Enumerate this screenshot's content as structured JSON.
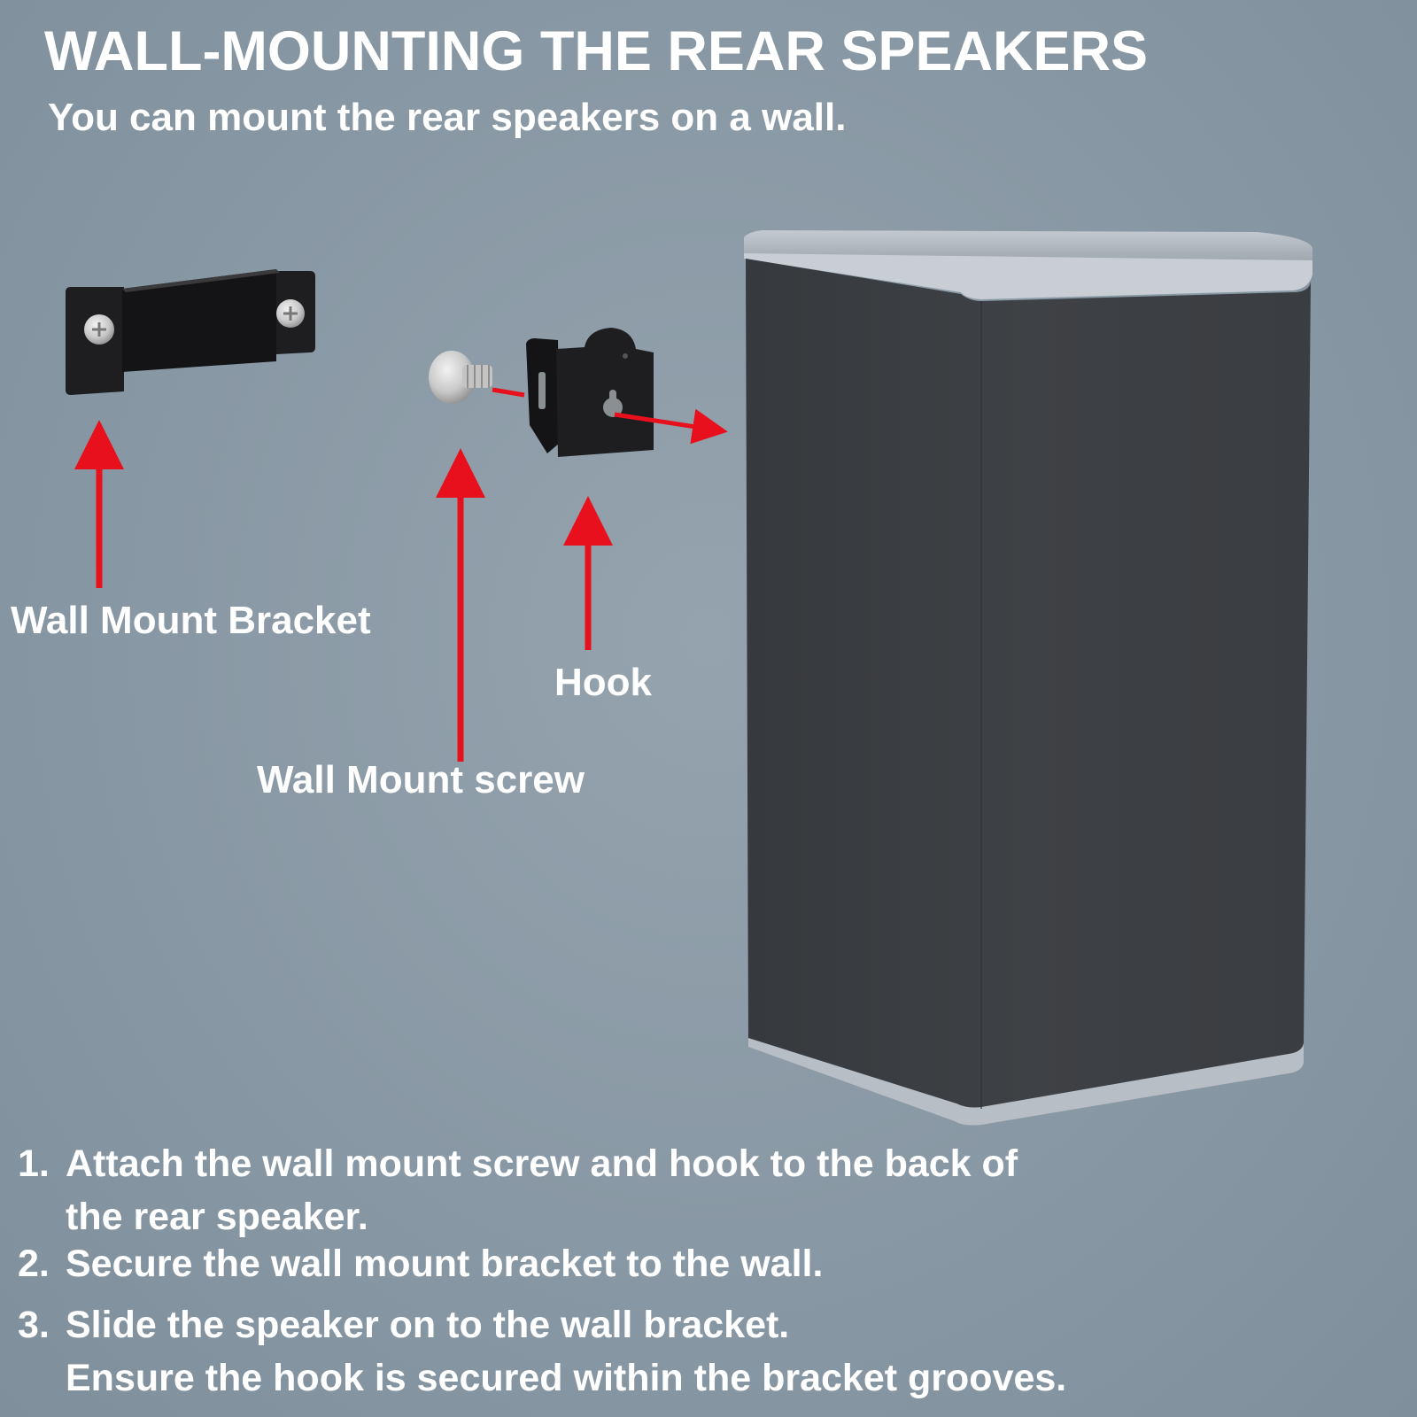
{
  "header": {
    "title": "WALL-MOUNTING THE REAR SPEAKERS",
    "subtitle": "You can mount the rear speakers on a wall."
  },
  "labels": {
    "bracket": "Wall Mount Bracket",
    "hook": "Hook",
    "screw": "Wall Mount screw"
  },
  "steps": [
    {
      "number": "1.",
      "line1": "Attach the wall mount screw and hook to the back of",
      "line2": "the rear speaker."
    },
    {
      "number": "2.",
      "line1": "Secure the wall mount bracket to the wall."
    },
    {
      "number": "3.",
      "line1": "Slide the speaker on to the wall bracket.",
      "line2": "Ensure the hook is secured within the bracket grooves."
    }
  ],
  "colors": {
    "background": "#8a99a5",
    "arrow": "#e8101c",
    "speaker_body": "#3c3f43",
    "speaker_trim": "#b5bcc4",
    "hardware": "#1c1c1e"
  }
}
